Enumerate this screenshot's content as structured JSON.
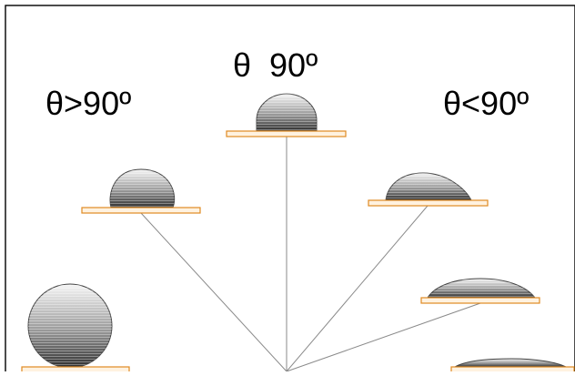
{
  "labels": {
    "neutral": "θ  90º",
    "hydrophobic": "θ>90º",
    "hydrophilic": "θ<90º"
  },
  "colors": {
    "frame": "#000000",
    "connector": "#8a8a8a",
    "substrate_fill": "#fff2e0",
    "substrate_line": "#e08a22",
    "drop_dark": "#3a3a3a",
    "drop_light": "#f2f2f2"
  }
}
